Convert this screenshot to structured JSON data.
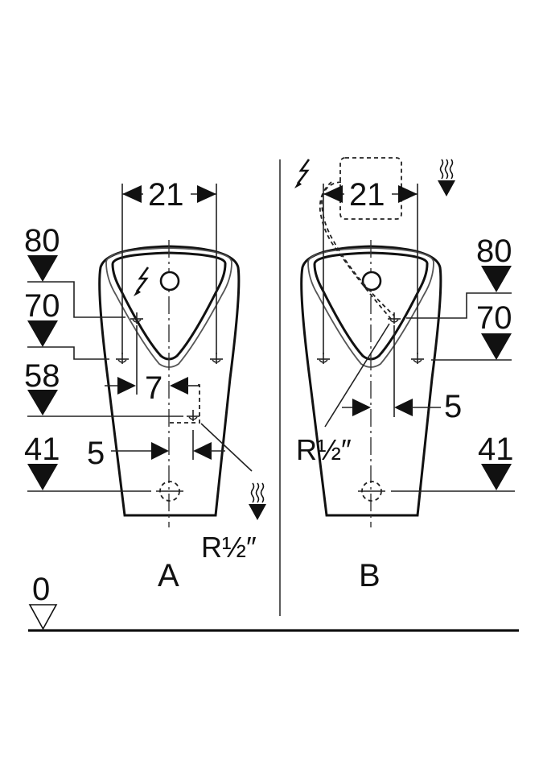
{
  "drawing": {
    "type": "technical installation drawing",
    "subject": "urinal rough-in dimensions",
    "color_line": "#111111",
    "color_background": "#ffffff"
  },
  "views": [
    {
      "label": "A",
      "variant": "electrical supply marked on urinal face, water supply from lower right",
      "width_dimension": "21",
      "offset_dimension_top": "7",
      "offset_dimension_bottom": "5",
      "pipe_thread": "R½″",
      "heights": [
        "80",
        "70",
        "58",
        "41"
      ],
      "icons": [
        "electric-supply-icon",
        "water-supply-icon"
      ]
    },
    {
      "label": "B",
      "variant": "concealed supply box above urinal",
      "width_dimension": "21",
      "offset_dimension": "5",
      "pipe_thread": "R½″",
      "heights": [
        "80",
        "70",
        "41"
      ],
      "icons": [
        "electric-supply-icon",
        "water-supply-icon"
      ]
    }
  ],
  "floor_level": "0"
}
